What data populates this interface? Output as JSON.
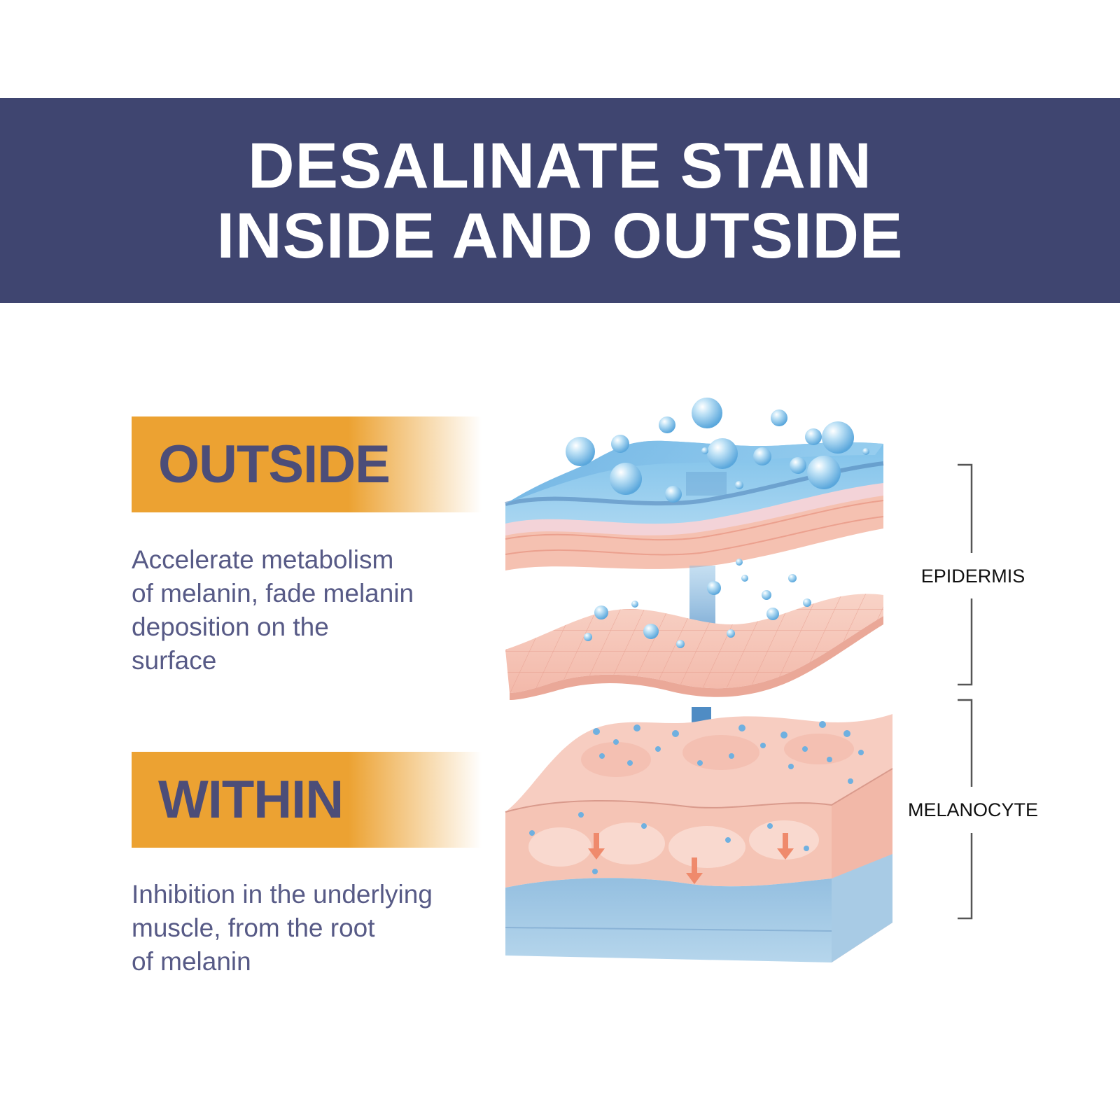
{
  "header": {
    "title_line1": "DESALINATE STAIN",
    "title_line2": "INSIDE AND OUTSIDE",
    "background_color": "#3f4570"
  },
  "sections": [
    {
      "label": "OUTSIDE",
      "description": "Accelerate metabolism\nof melanin, fade melanin\ndeposition on the\nsurface"
    },
    {
      "label": "WITHIN",
      "description": "Inhibition in the underlying\nmuscle, from the root\nof melanin"
    }
  ],
  "diagram": {
    "layer_labels": [
      "EPIDERMIS",
      "MELANOCYTE"
    ],
    "colors": {
      "label_orange": "#eca232",
      "text_purple": "#4c4d78",
      "skin_pink": "#f6c8bc",
      "water_blue": "#8cc6e8",
      "arrow_blue": "#5b97c9"
    }
  }
}
